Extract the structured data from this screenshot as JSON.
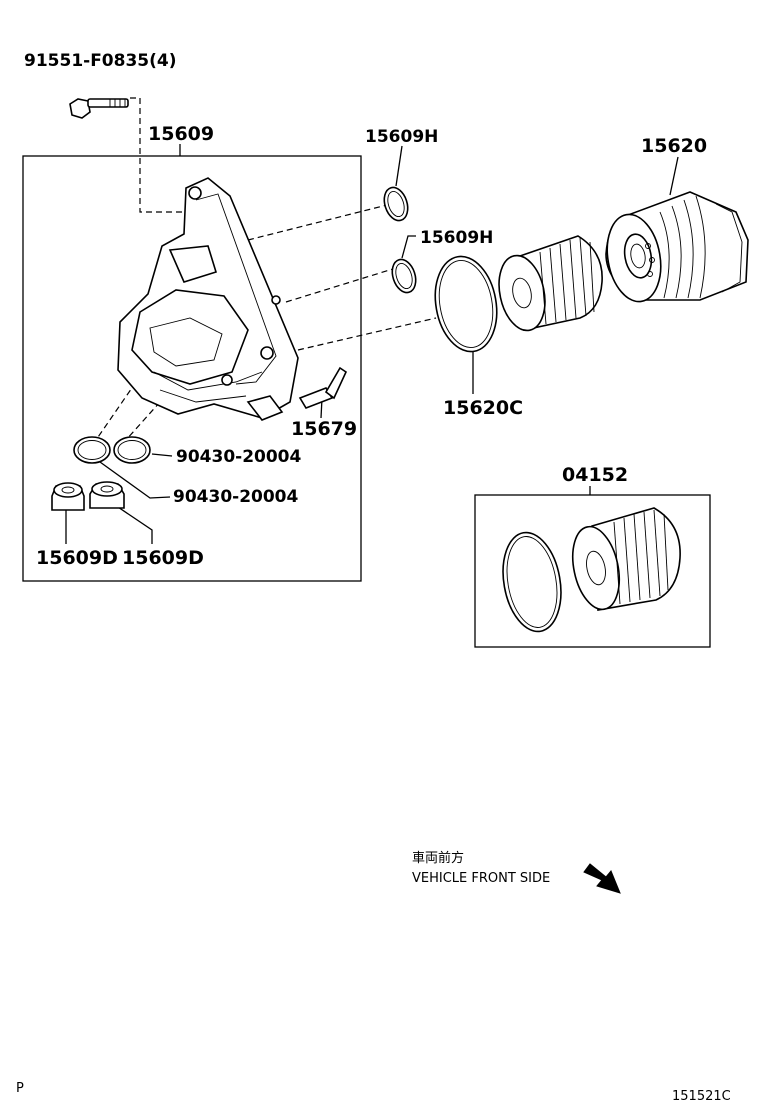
{
  "parts": {
    "bolt": "91551-F0835(4)",
    "housing": "15609",
    "oring_upper": "15609H",
    "oring_lower": "15609H",
    "cap_assy": "15620",
    "cap_gasket": "15620C",
    "valve": "15679",
    "gasket_a": "90430-20004",
    "gasket_b": "90430-20004",
    "plug_left": "15609D",
    "plug_right": "15609D",
    "filter_element": "04152"
  },
  "direction": {
    "japanese": "車両前方",
    "english": "VEHICLE FRONT SIDE",
    "icon": "arrow-down-right-icon"
  },
  "footer": {
    "left": "P",
    "right": "151521C"
  }
}
